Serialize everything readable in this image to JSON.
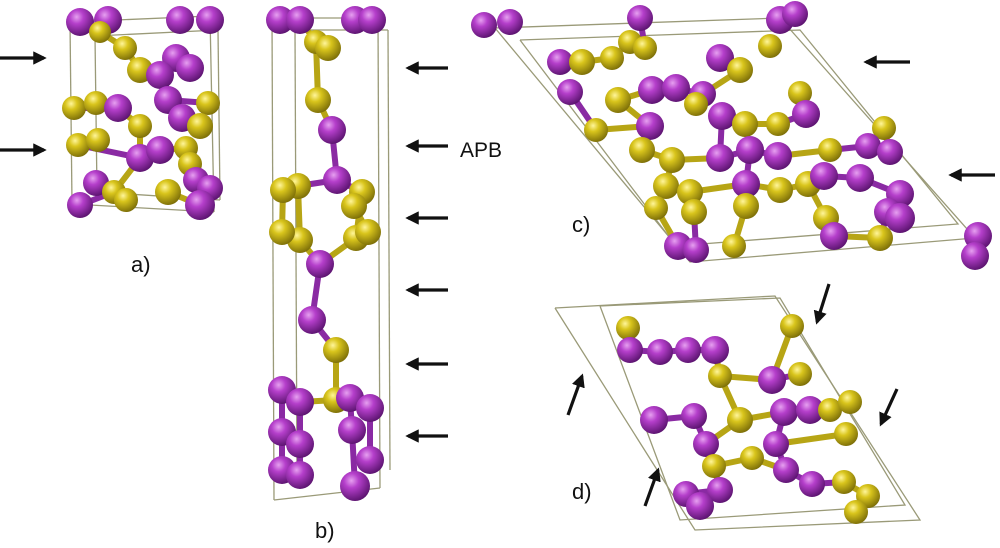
{
  "figure": {
    "panels": [
      {
        "id": "a",
        "label": "a)"
      },
      {
        "id": "b",
        "label": "b)"
      },
      {
        "id": "c",
        "label": "c)"
      },
      {
        "id": "d",
        "label": "d)"
      }
    ],
    "boundary_label": "APB",
    "colors": {
      "atom_purple": "#9a2fb0",
      "atom_yellow": "#d3c11a",
      "bond_purple": "#8a2aa3",
      "bond_yellow": "#b7a515",
      "cell_edge": "#9a9a78",
      "arrow": "#111111"
    }
  }
}
